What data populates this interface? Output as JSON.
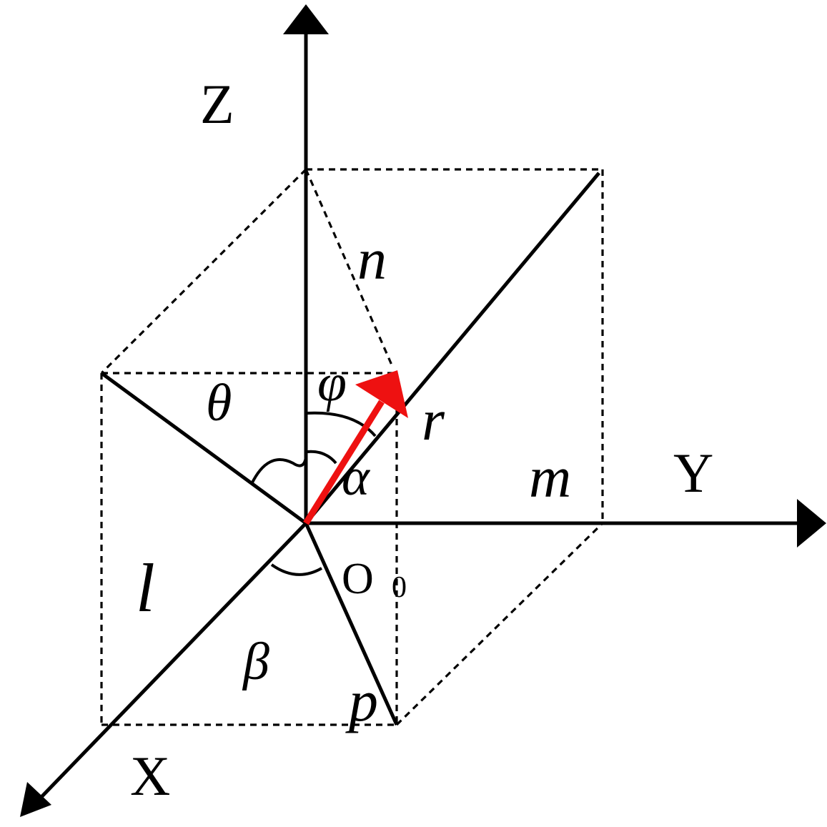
{
  "labels": {
    "z_axis": "Z",
    "y_axis": "Y",
    "x_axis": "X",
    "n": "n",
    "phi": "φ",
    "theta": "θ",
    "r": "r",
    "alpha": "α",
    "m": "m",
    "l": "l",
    "origin": "O",
    "origin_sub": "0",
    "beta": "β",
    "p": "p"
  },
  "colors": {
    "lines": "#000000",
    "vector_r": "#ee1111",
    "background": "#ffffff"
  }
}
